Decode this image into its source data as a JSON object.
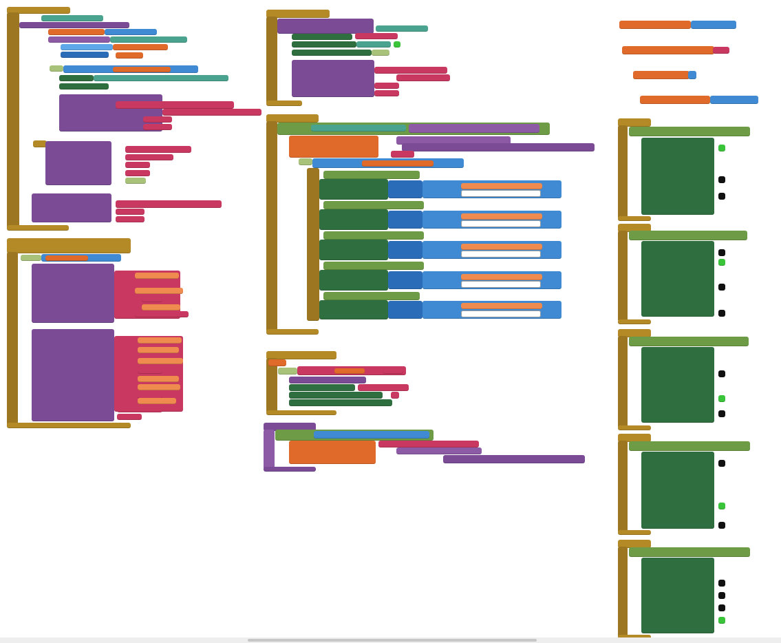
{
  "colors": {
    "control": "#b48a27",
    "procedures": "#7b4c95",
    "logic": "#6e9b45",
    "math": "#3f8ad3",
    "text": "#c93860",
    "variables": "#e06a2a",
    "components": "#2e6e3f",
    "workspace_background": "#ffffff"
  },
  "workspace": {
    "block_groups": [
      {
        "name": "event-handler-group-top-left"
      },
      {
        "name": "procedure-group-left"
      },
      {
        "name": "event-handler-group-center-top"
      },
      {
        "name": "conditional-group-center"
      },
      {
        "name": "event-handler-group-center-small"
      },
      {
        "name": "procedure-group-center-bottom"
      },
      {
        "name": "variable-declarations-group-right"
      },
      {
        "name": "component-blocks-stack-right"
      }
    ]
  }
}
